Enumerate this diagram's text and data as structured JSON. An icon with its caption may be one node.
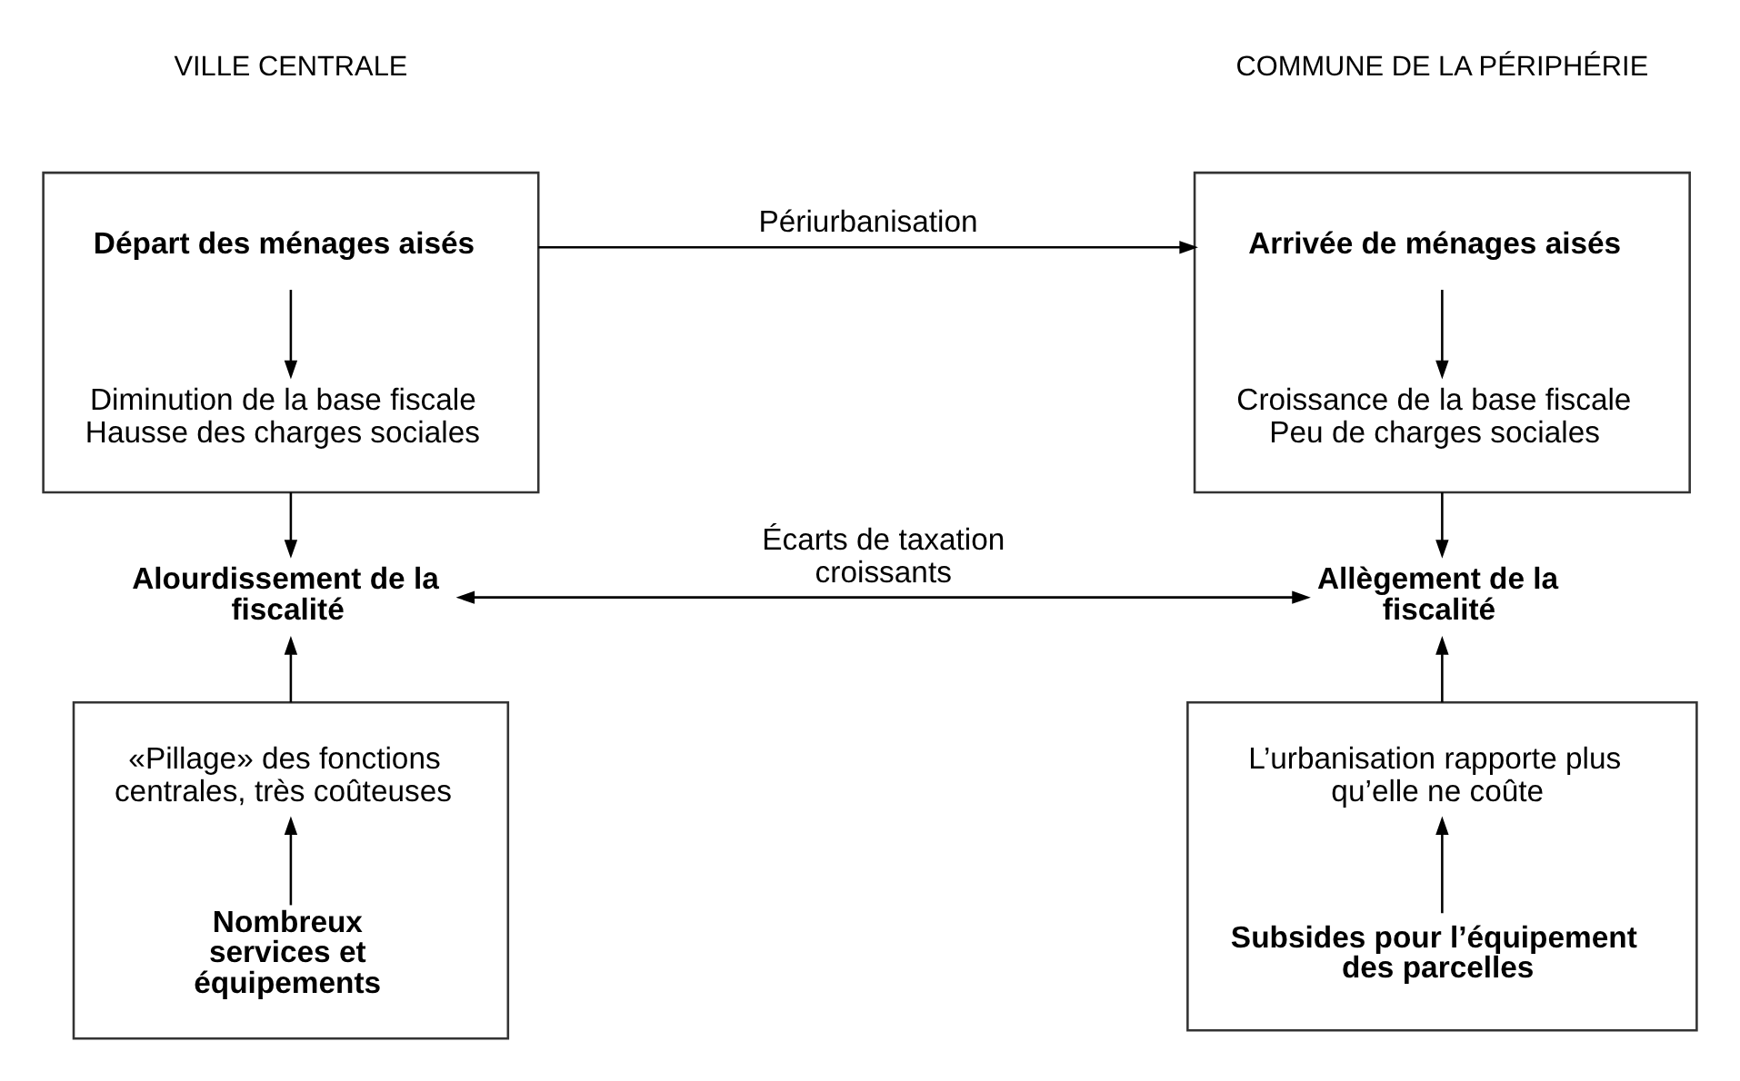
{
  "diagram": {
    "nodes": [
      {
        "text": [],
        "shape": "box"
      },
      {
        "text": [
          "Départ des ménages aisés"
        ],
        "in": 0
      },
      {
        "text": [
          "Diminution de la base fiscale Hausse des charges sociales"
        ],
        "in": 0
      },
      {
        "text": [
          "Alourdissement de la fiscalité"
        ]
      },
      {
        "text": [],
        "shape": "box"
      },
      {
        "text": [
          "«Pillage» des fonctions centrales, très coûteuses"
        ],
        "in": 4
      },
      {
        "text": [
          "Nombreux services et équipements"
        ],
        "in": 4
      },
      {
        "text": [],
        "shape": "box"
      },
      {
        "text": [
          "Arrivée de ménages aisés"
        ],
        "in": 7
      },
      {
        "text": [
          "Croissance de la base fiscale Peu de charges sociales"
        ],
        "in": 7
      },
      {
        "text": [
          "Allègement de la fiscalité"
        ]
      },
      {
        "text": [],
        "shape": "box"
      },
      {
        "text": [
          "L’urbanisation rapporte plus qu’elle ne coûte"
        ],
        "in": 11
      },
      {
        "text": [
          "Subsides pour l’équipement des parcelles"
        ],
        "in": 11
      }
    ],
    "edges": [
      {
        "from": 1,
        "to": 2,
        "arrow": "to"
      },
      {
        "from": 0,
        "to": 3,
        "arrow": "to"
      },
      {
        "from": 4,
        "to": 3,
        "arrow": "to"
      },
      {
        "from": 6,
        "to": 5,
        "arrow": "to"
      },
      {
        "from": 0,
        "to": 7,
        "arrow": "to",
        "label": "Périurbanisation"
      },
      {
        "from": 3,
        "to": 10,
        "arrow": "both",
        "label": "Écarts de taxation croissants"
      },
      {
        "from": 8,
        "to": 9,
        "arrow": "to"
      },
      {
        "from": 7,
        "to": 10,
        "arrow": "to"
      },
      {
        "from": 11,
        "to": 10,
        "arrow": "to"
      },
      {
        "from": 13,
        "to": 12,
        "arrow": "to"
      }
    ],
    "labels": [
      "VILLE CENTRALE",
      "COMMUNE DE LA PÉRIPHÉRIE"
    ]
  }
}
